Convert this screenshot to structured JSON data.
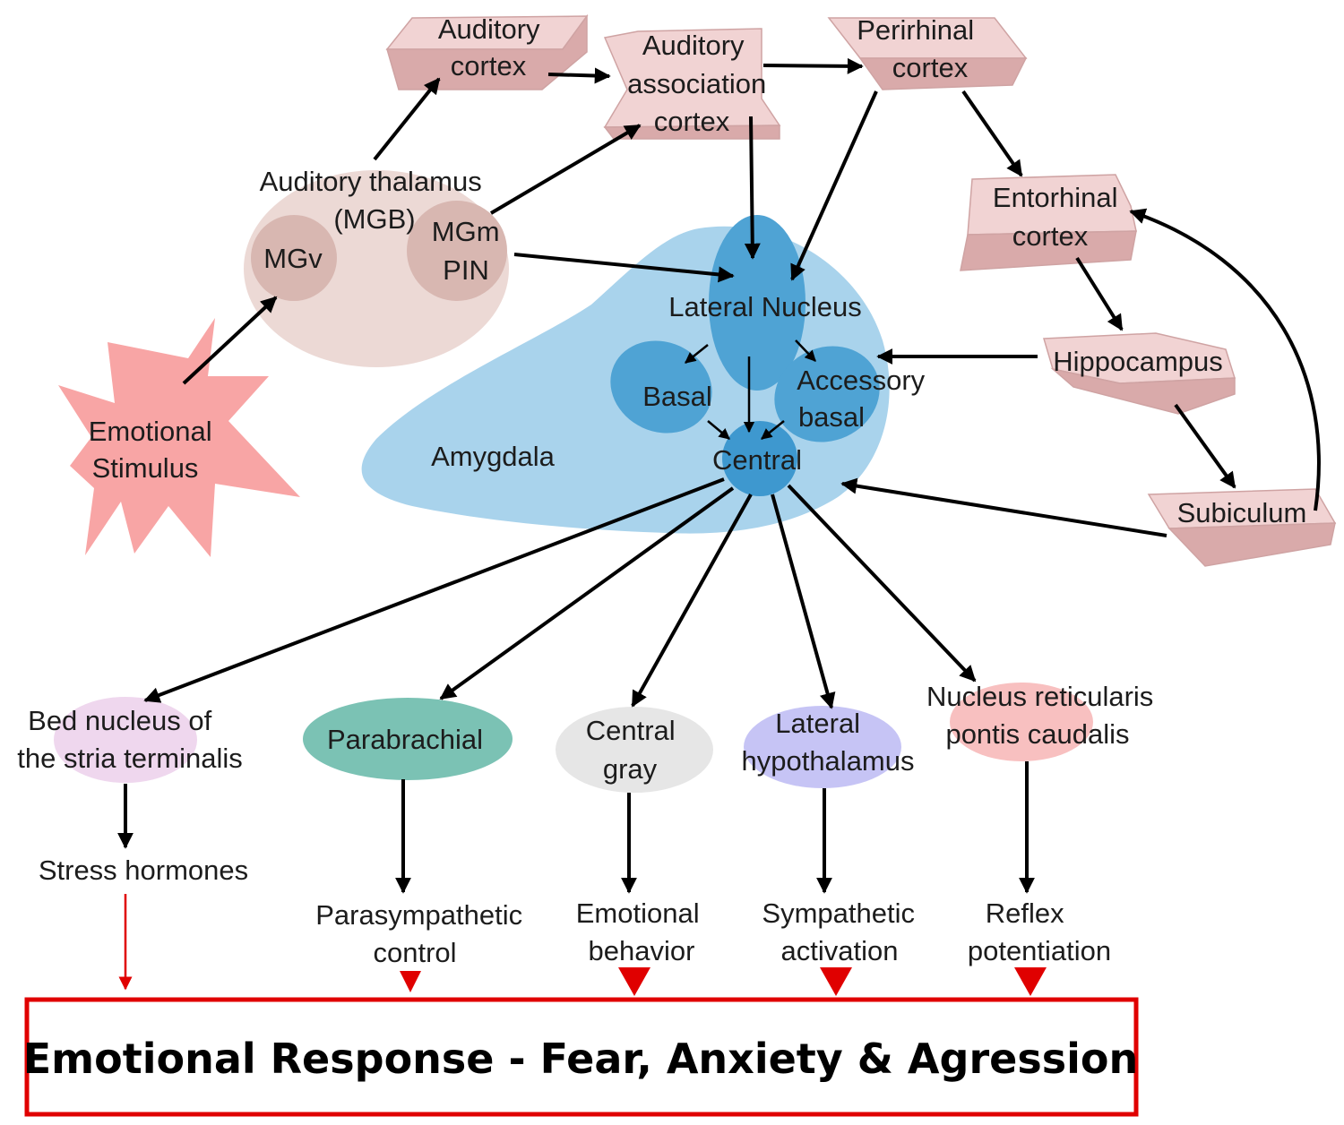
{
  "colors": {
    "cortex_panel": "#f1d3d3",
    "cortex_panel_edge": "#d9aaaa",
    "thalamus": "#ecd9d5",
    "thalamus_subnucleus": "#d8b7b1",
    "stimulus": "#f8a5a5",
    "amygdala": "#a9d3ec",
    "amygdala_nucleus": "#4fa3d4",
    "central_nucleus": "#3e98cf",
    "bed_nucleus": "#efd7ee",
    "parabrachial": "#7bc2b4",
    "central_gray": "#e6e6e6",
    "lateral_hypothalamus": "#c6c4f5",
    "nucleus_reticularis": "#f8c0c0",
    "arrow": "#000000",
    "response_arrow": "#e00000",
    "response_border": "#e00000"
  },
  "nodes": {
    "auditory_cortex": {
      "lines": [
        "Auditory",
        "cortex"
      ],
      "shape": "panel"
    },
    "auditory_association_cortex": {
      "lines": [
        "Auditory",
        "association",
        "cortex"
      ],
      "shape": "panel"
    },
    "perirhinal_cortex": {
      "lines": [
        "Perirhinal",
        "cortex"
      ],
      "shape": "panel"
    },
    "entorhinal_cortex": {
      "lines": [
        "Entorhinal",
        "cortex"
      ],
      "shape": "panel"
    },
    "hippocampus": {
      "lines": [
        "Hippocampus"
      ],
      "shape": "panel"
    },
    "subiculum": {
      "lines": [
        "Subiculum"
      ],
      "shape": "panel"
    },
    "auditory_thalamus": {
      "lines": [
        "Auditory thalamus",
        "(MGB)"
      ],
      "shape": "ellipse"
    },
    "mgv": {
      "lines": [
        "MGv"
      ],
      "shape": "circle"
    },
    "mgm_pin": {
      "lines": [
        "MGm",
        "PIN"
      ],
      "shape": "circle"
    },
    "emotional_stimulus": {
      "lines": [
        "Emotional",
        "Stimulus"
      ],
      "shape": "starburst"
    },
    "amygdala": {
      "lines": [
        "Amygdala"
      ],
      "shape": "blob"
    },
    "lateral_nucleus": {
      "lines": [
        "Lateral Nucleus"
      ],
      "shape": "ellipse"
    },
    "basal": {
      "lines": [
        "Basal"
      ],
      "shape": "ellipse"
    },
    "accessory_basal": {
      "lines": [
        "Accessory",
        "basal"
      ],
      "shape": "ellipse"
    },
    "central": {
      "lines": [
        "Central"
      ],
      "shape": "circle"
    },
    "bed_nucleus": {
      "lines": [
        "Bed nucleus of",
        "the stria terminalis"
      ],
      "shape": "ellipse"
    },
    "parabrachial": {
      "lines": [
        "Parabrachial"
      ],
      "shape": "ellipse"
    },
    "central_gray": {
      "lines": [
        "Central",
        "gray"
      ],
      "shape": "ellipse"
    },
    "lateral_hypothalamus": {
      "lines": [
        "Lateral",
        "hypothalamus"
      ],
      "shape": "ellipse"
    },
    "nucleus_reticularis": {
      "lines": [
        "Nucleus reticularis",
        "pontis caudalis"
      ],
      "shape": "ellipse"
    }
  },
  "outputs": {
    "stress_hormones": {
      "lines": [
        "Stress hormones"
      ]
    },
    "parasympathetic_control": {
      "lines": [
        "Parasympathetic",
        "control"
      ]
    },
    "emotional_behavior": {
      "lines": [
        "Emotional",
        "behavior"
      ]
    },
    "sympathetic_activation": {
      "lines": [
        "Sympathetic",
        "activation"
      ]
    },
    "reflex_potentiation": {
      "lines": [
        "Reflex",
        "potentiation"
      ]
    }
  },
  "edges": [
    {
      "from": "emotional_stimulus",
      "to": "auditory_thalamus"
    },
    {
      "from": "auditory_thalamus",
      "to": "auditory_cortex"
    },
    {
      "from": "auditory_cortex",
      "to": "auditory_association_cortex"
    },
    {
      "from": "auditory_association_cortex",
      "to": "perirhinal_cortex"
    },
    {
      "from": "mgm_pin",
      "to": "auditory_association_cortex"
    },
    {
      "from": "mgm_pin",
      "to": "lateral_nucleus"
    },
    {
      "from": "auditory_association_cortex",
      "to": "lateral_nucleus"
    },
    {
      "from": "perirhinal_cortex",
      "to": "lateral_nucleus"
    },
    {
      "from": "perirhinal_cortex",
      "to": "entorhinal_cortex"
    },
    {
      "from": "entorhinal_cortex",
      "to": "hippocampus"
    },
    {
      "from": "hippocampus",
      "to": "subiculum"
    },
    {
      "from": "subiculum",
      "to": "entorhinal_cortex"
    },
    {
      "from": "hippocampus",
      "to": "amygdala"
    },
    {
      "from": "subiculum",
      "to": "amygdala"
    },
    {
      "from": "lateral_nucleus",
      "to": "basal"
    },
    {
      "from": "lateral_nucleus",
      "to": "accessory_basal"
    },
    {
      "from": "lateral_nucleus",
      "to": "central"
    },
    {
      "from": "basal",
      "to": "central"
    },
    {
      "from": "accessory_basal",
      "to": "central"
    },
    {
      "from": "central",
      "to": "bed_nucleus"
    },
    {
      "from": "central",
      "to": "parabrachial"
    },
    {
      "from": "central",
      "to": "central_gray"
    },
    {
      "from": "central",
      "to": "lateral_hypothalamus"
    },
    {
      "from": "central",
      "to": "nucleus_reticularis"
    },
    {
      "from": "bed_nucleus",
      "to": "stress_hormones"
    },
    {
      "from": "parabrachial",
      "to": "parasympathetic_control"
    },
    {
      "from": "central_gray",
      "to": "emotional_behavior"
    },
    {
      "from": "lateral_hypothalamus",
      "to": "sympathetic_activation"
    },
    {
      "from": "nucleus_reticularis",
      "to": "reflex_potentiation"
    },
    {
      "from": "stress_hormones",
      "to": "response"
    },
    {
      "from": "parasympathetic_control",
      "to": "response"
    },
    {
      "from": "emotional_behavior",
      "to": "response"
    },
    {
      "from": "sympathetic_activation",
      "to": "response"
    },
    {
      "from": "reflex_potentiation",
      "to": "response"
    }
  ],
  "response": {
    "label": "Emotional Response - Fear, Anxiety & Agression"
  }
}
